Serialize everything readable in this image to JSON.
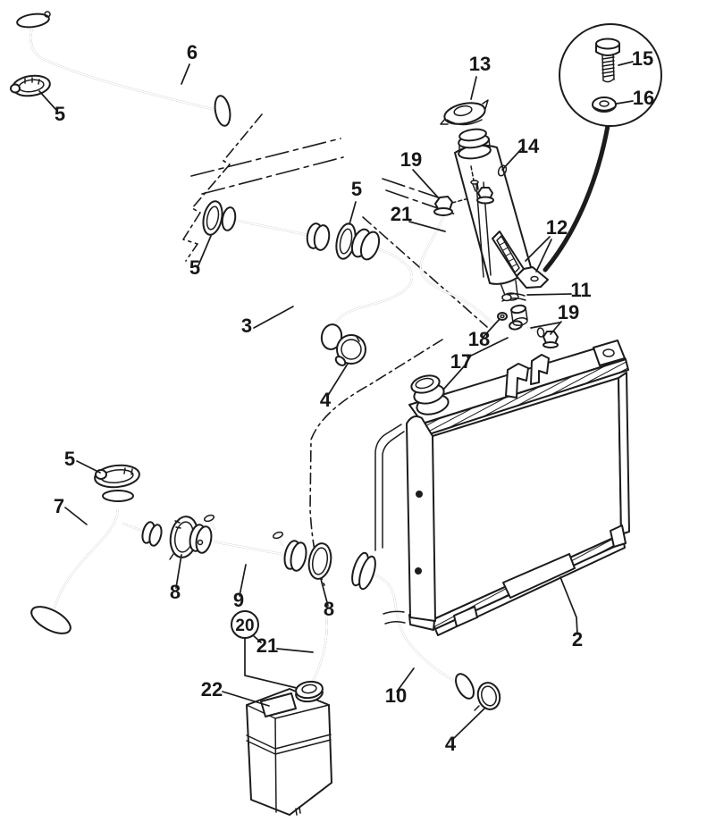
{
  "diagram": {
    "colors": {
      "ink": "#1c1c1c",
      "paper": "#ffffff"
    },
    "callouts": [
      "6",
      "5",
      "13",
      "15",
      "16",
      "14",
      "19",
      "21",
      "12",
      "5",
      "5",
      "11",
      "19",
      "18",
      "17",
      "3",
      "4",
      "5",
      "7",
      "8",
      "9",
      "8",
      "20",
      "21",
      "22",
      "2",
      "10",
      "4"
    ]
  }
}
